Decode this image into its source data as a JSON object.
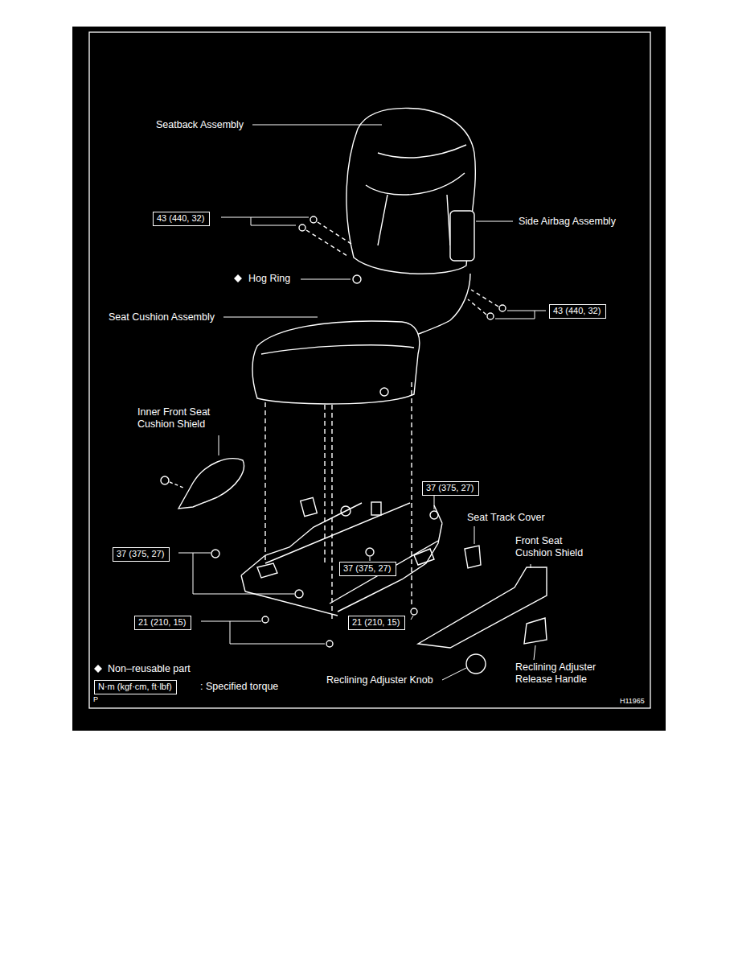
{
  "diagram": {
    "nodes": [
      {
        "text": [
          "43 (440, 32)"
        ]
      },
      {
        "text": [
          "43 (440, 32)"
        ]
      },
      {
        "text": [
          "37 (375, 27)"
        ]
      },
      {
        "text": [
          "37 (375, 27)"
        ]
      },
      {
        "text": [
          "37 (375, 27)"
        ]
      },
      {
        "text": [
          "21 (210, 15)"
        ]
      },
      {
        "text": [
          "21 (210, 15)"
        ]
      },
      {
        "text": [
          "N·m (kgf·cm, ft·lbf)"
        ]
      }
    ],
    "labels": [
      "Seatback Assembly",
      "Side Airbag Assembly",
      "Hog Ring",
      "Seat Cushion Assembly",
      "Inner Front Seat Cushion Shield",
      "Seat Track Cover",
      "Front Seat Cushion Shield",
      ": Specified torque",
      "Reclining Adjuster Knob",
      "Reclining Adjuster Release Handle",
      "P",
      "H11965"
    ],
    "legend": [
      {
        "text": "Non–reusable part"
      }
    ]
  }
}
